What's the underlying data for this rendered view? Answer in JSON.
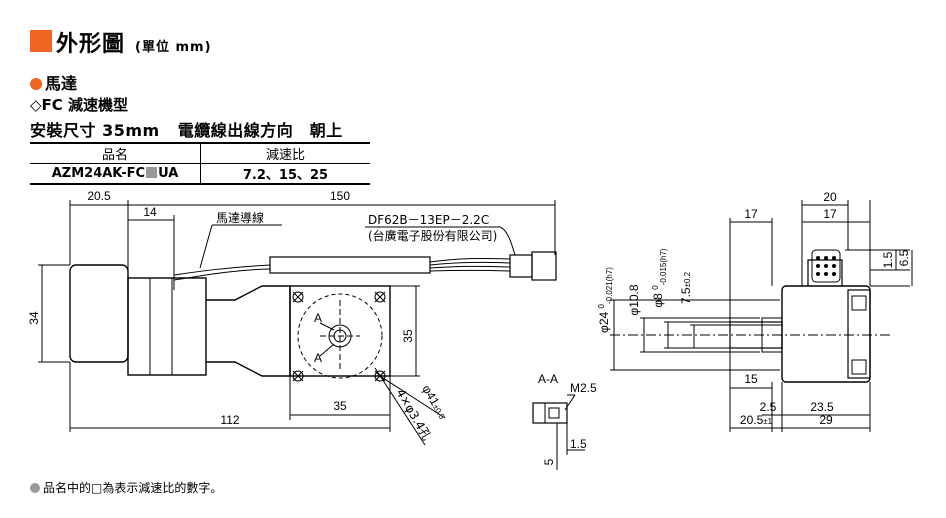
{
  "header": {
    "title": "外形圖",
    "unit": "(單位 mm)",
    "section": "馬達",
    "type": "◇FC 減速機型",
    "mount_size": "安裝尺寸 35mm",
    "cable_direction": "電纜線出線方向　朝上"
  },
  "spec_table": {
    "col_product": "品名",
    "col_ratio": "減速比",
    "product_prefix": "AZM24AK-FC",
    "product_suffix": "UA",
    "ratios": "7.2、15、25"
  },
  "side_view": {
    "dim_20_5": "20.5",
    "dim_150": "150",
    "dim_14": "14",
    "motor_lead_label": "馬達導線",
    "connector_part": "DF62B－13EP－2.2C",
    "connector_maker": "(台廣電子股份有限公司)",
    "dim_34": "34",
    "dim_35_v": "35",
    "dim_35_h": "35",
    "dim_112": "112",
    "section_mark_a": "A",
    "phi41": "φ41",
    "phi41_tol": "±0.5",
    "holes": "4×φ3.4孔"
  },
  "section_view": {
    "title": "A-A",
    "m2_5": "M2.5",
    "dim_1_5": "1.5",
    "dim_5": "5"
  },
  "end_view": {
    "phi24": "φ24",
    "phi24_tol_top": "0",
    "phi24_tol_bottom": "-0.021(h7)",
    "phi10_8": "φ10.8",
    "phi8": "φ8",
    "phi8_tol_top": "0",
    "phi8_tol_bottom": "-0.015(h7)",
    "dim_7_5": "7.5",
    "dim_7_5_tol": "±0.2",
    "dim_17_left": "17",
    "dim_20": "20",
    "dim_17_right": "17",
    "dim_1_5": "1.5",
    "dim_6_5": "6.5",
    "dim_15": "15",
    "dim_2_5": "2.5",
    "dim_23_5": "23.5",
    "dim_20_5": "20.5",
    "dim_20_5_tol": "±1",
    "dim_29": "29"
  },
  "footnote": "品名中的□為表示減速比的數字。"
}
